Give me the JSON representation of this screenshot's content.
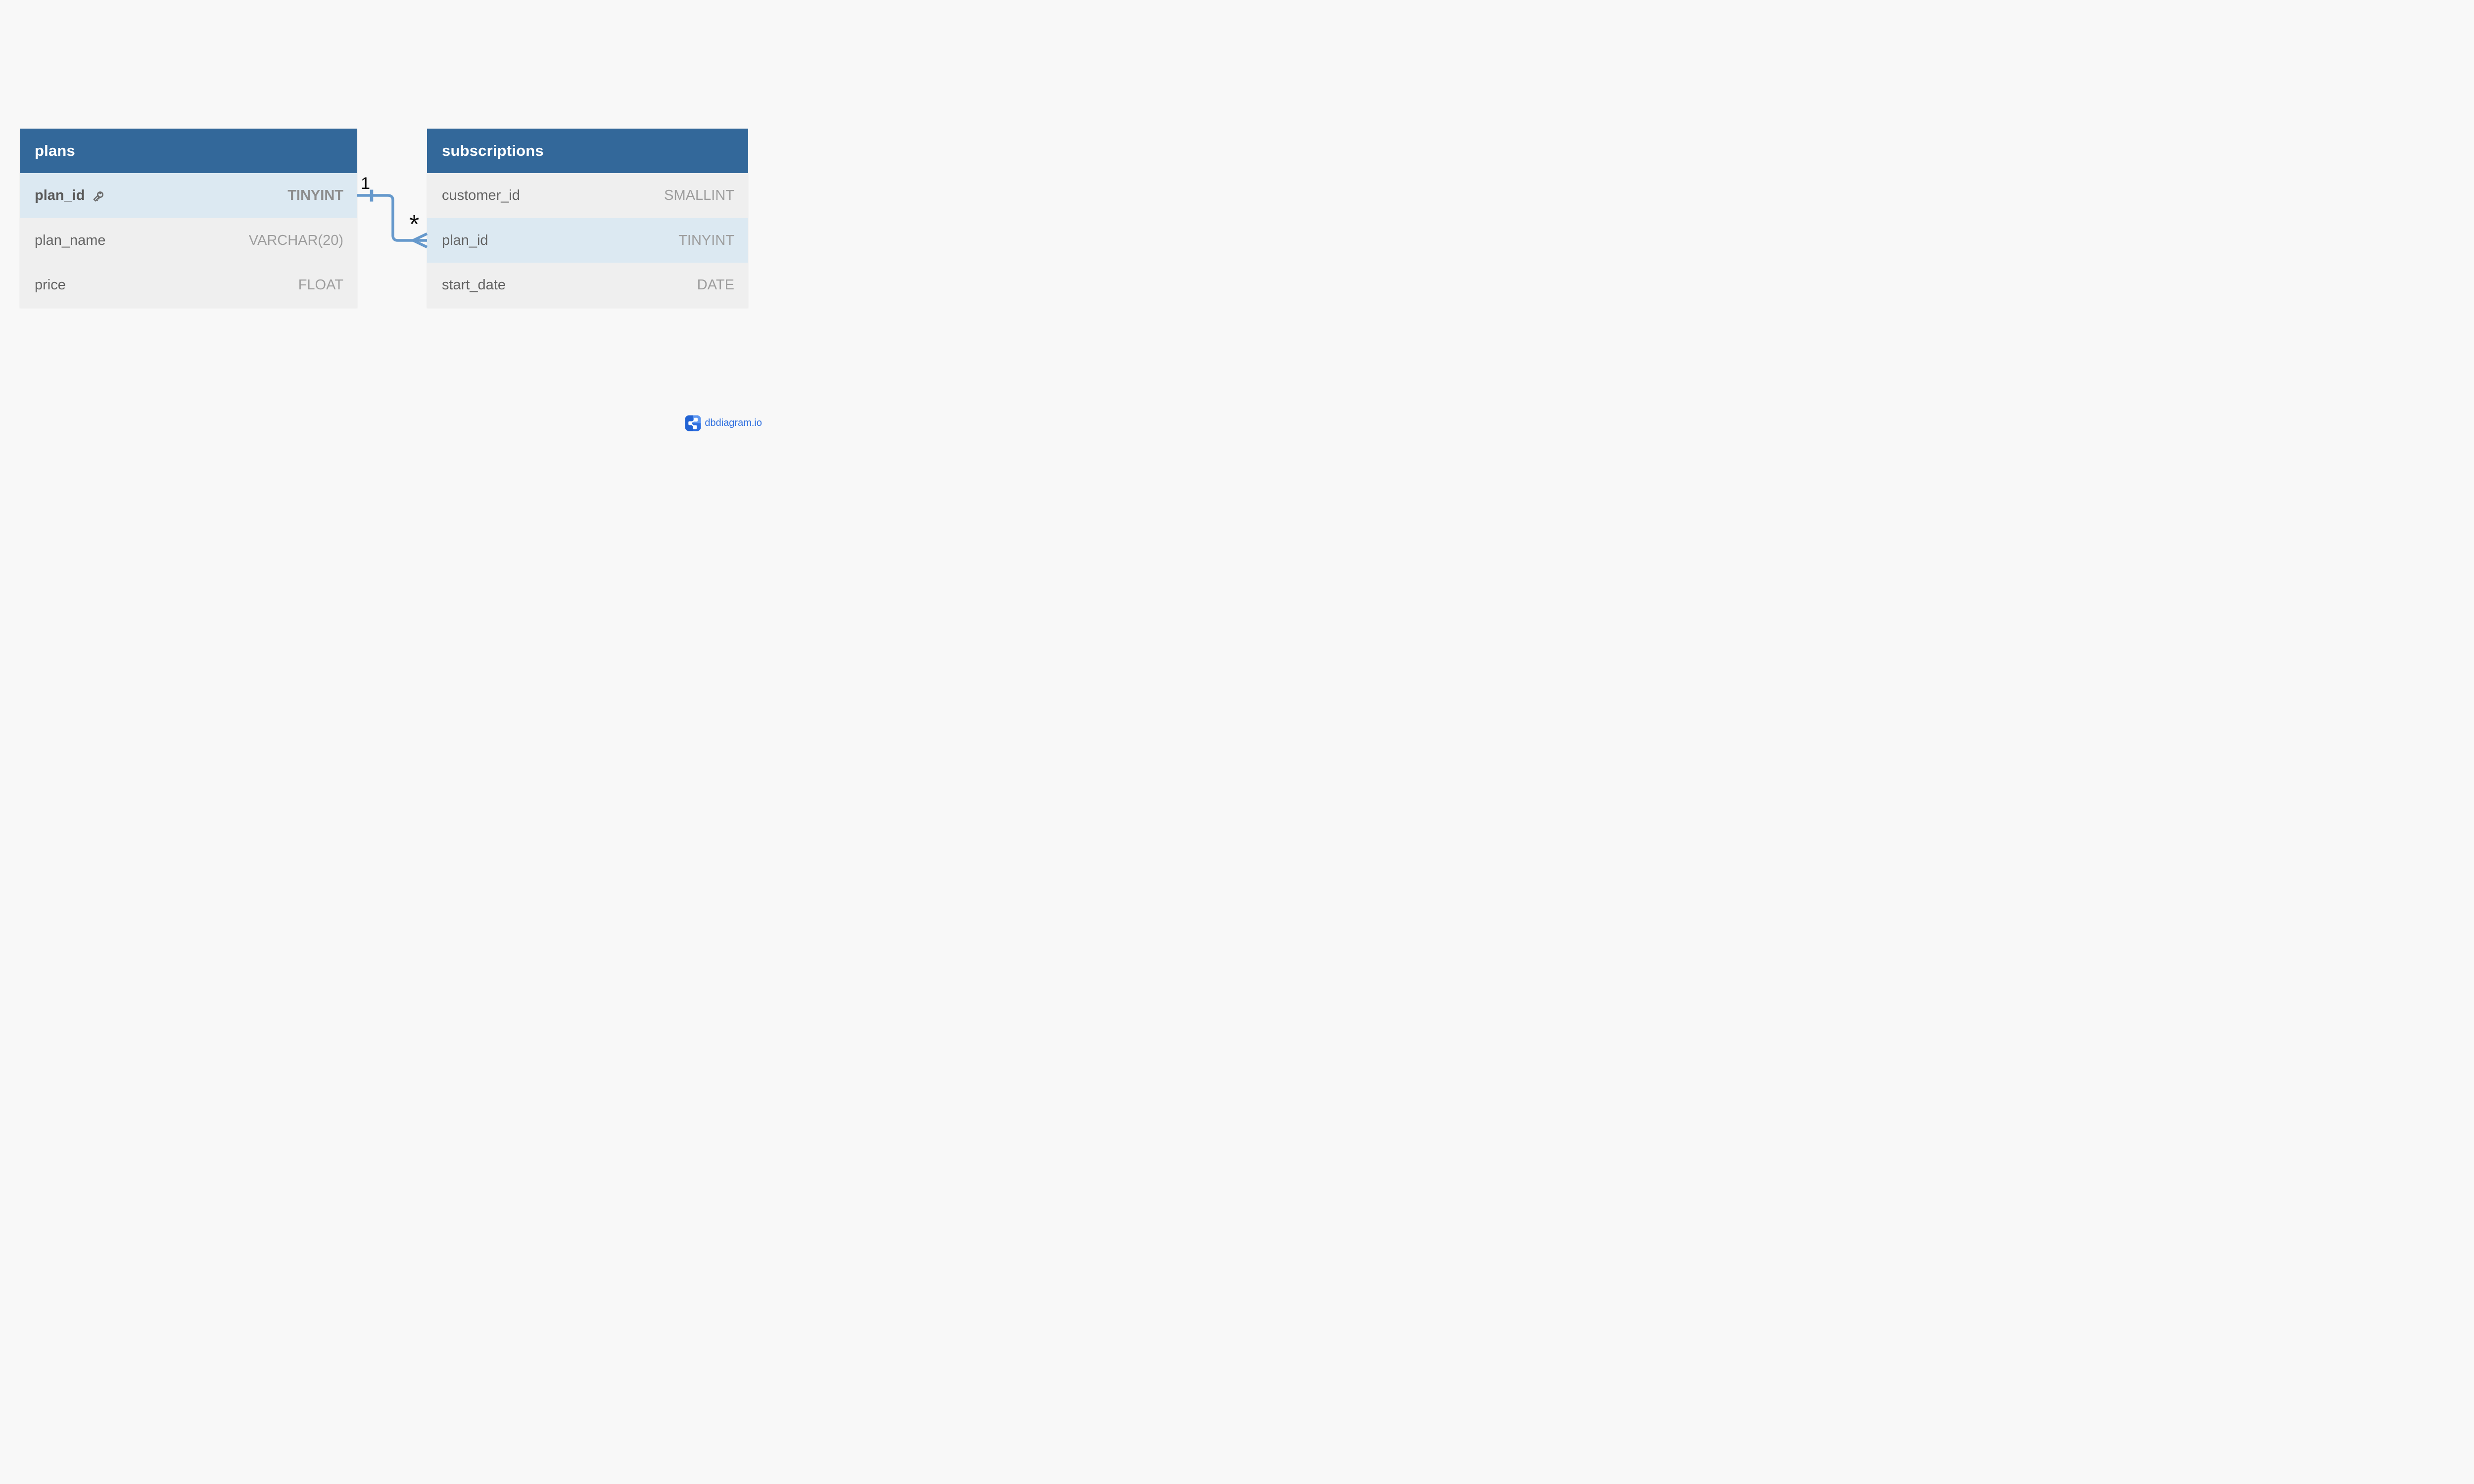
{
  "app": "dbdiagram.io",
  "colors": {
    "background": "#f8f8f8",
    "table_header": "#33689a",
    "row_default": "#efefef",
    "row_highlight": "#dce9f2",
    "field_text": "#636363",
    "type_text": "#9d9d9d",
    "connector_blue": "#6699cc",
    "label_black": "#0d0d0d",
    "brand_blue": "#2e6fdf"
  },
  "icons": {
    "primary_key": "key-icon",
    "brand": "share-icon"
  },
  "tables": {
    "plans": {
      "name": "plans",
      "fields": [
        {
          "name": "plan_id",
          "type": "TINYINT",
          "primary_key": true,
          "highlighted": true
        },
        {
          "name": "plan_name",
          "type": "VARCHAR(20)",
          "primary_key": false,
          "highlighted": false
        },
        {
          "name": "price",
          "type": "FLOAT",
          "primary_key": false,
          "highlighted": false
        }
      ]
    },
    "subscriptions": {
      "name": "subscriptions",
      "fields": [
        {
          "name": "customer_id",
          "type": "SMALLINT",
          "primary_key": false,
          "highlighted": false
        },
        {
          "name": "plan_id",
          "type": "TINYINT",
          "primary_key": false,
          "highlighted": true
        },
        {
          "name": "start_date",
          "type": "DATE",
          "primary_key": false,
          "highlighted": false
        }
      ]
    }
  },
  "relationship": {
    "from_table": "plans",
    "from_field": "plan_id",
    "to_table": "subscriptions",
    "to_field": "plan_id",
    "one_label": "1",
    "many_label": "*"
  },
  "footer": {
    "brand": "dbdiagram.io"
  }
}
